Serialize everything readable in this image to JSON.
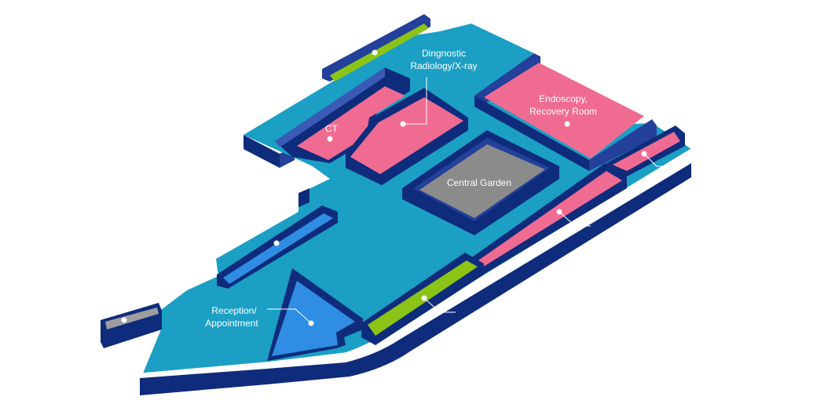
{
  "labels": {
    "radiology_line1": "Dingnostic",
    "radiology_line2": "Radiology/X-ray",
    "ct": "CT",
    "endoscopy_line1": "Endoscopy,",
    "endoscopy_line2": "Recovery Room",
    "garden": "Central Garden",
    "reception_line1": "Reception/",
    "reception_line2": "Appointment"
  },
  "colors": {
    "floor": "#1b9fc4",
    "wall_dark": "#0f2c7c",
    "wall_mid": "#23409a",
    "wall_light": "#3a5bb5",
    "pink": "#f06b92",
    "green": "#8cc317",
    "blue": "#2f8de3",
    "garden": "#8b8b8b",
    "grey_room": "#9d9d9d",
    "outline": "#ffffff"
  }
}
